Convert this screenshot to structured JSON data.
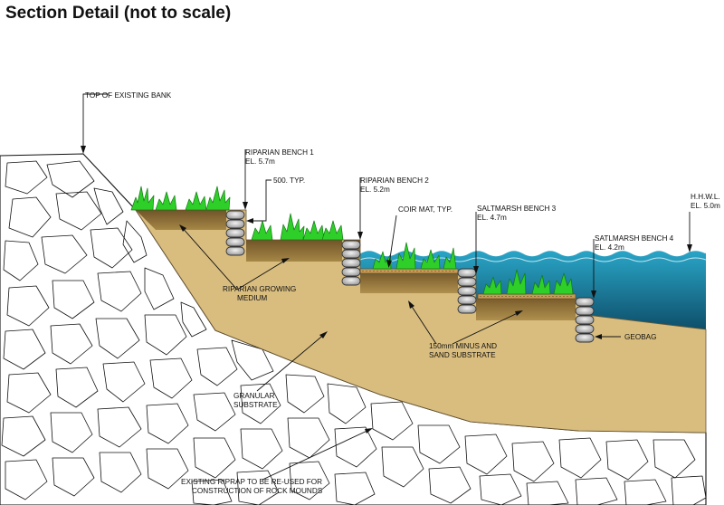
{
  "title": "Section Detail (not to scale)",
  "labels": {
    "top_of_bank": "TOP OF EXISTING BANK",
    "riparian_bench_1": "RIPARIAN BENCH 1",
    "riparian_bench_1_el": "EL. 5.7m",
    "typ_500": "500. TYP.",
    "riparian_bench_2": "RIPARIAN BENCH 2",
    "riparian_bench_2_el": "EL. 5.2m",
    "coir_mat": "COIR MAT, TYP.",
    "saltmarsh_bench_3": "SALTMARSH BENCH 3",
    "saltmarsh_bench_3_el": "EL. 4.7m",
    "satlmarsh_bench_4": "SATLMARSH BENCH 4",
    "satlmarsh_bench_4_el": "EL. 4.2m",
    "hhwl": "H.H.W.L.",
    "hhwl_el": "EL. 5.0m",
    "riparian_growing_1": "RIPARIAN GROWING",
    "riparian_growing_2": "MEDIUM",
    "minus_substrate_1": "150mm MINUS AND",
    "minus_substrate_2": "SAND SUBSTRATE",
    "geobag": "GEOBAG",
    "granular_1": "GRANULAR",
    "granular_2": "SUBSTRATE",
    "riprap_1": "EXISTING RIPRAP TO BE RE-USED FOR",
    "riprap_2": "CONSTRUCTION OF ROCK MOUNDS"
  },
  "colors": {
    "sand": "#d9bd7f",
    "growing_medium": "#9a7b3e",
    "water": "#1e8fb2",
    "plant": "#2fcf2a",
    "geobag": "#c9c9c9",
    "coir": "#c79a55"
  }
}
